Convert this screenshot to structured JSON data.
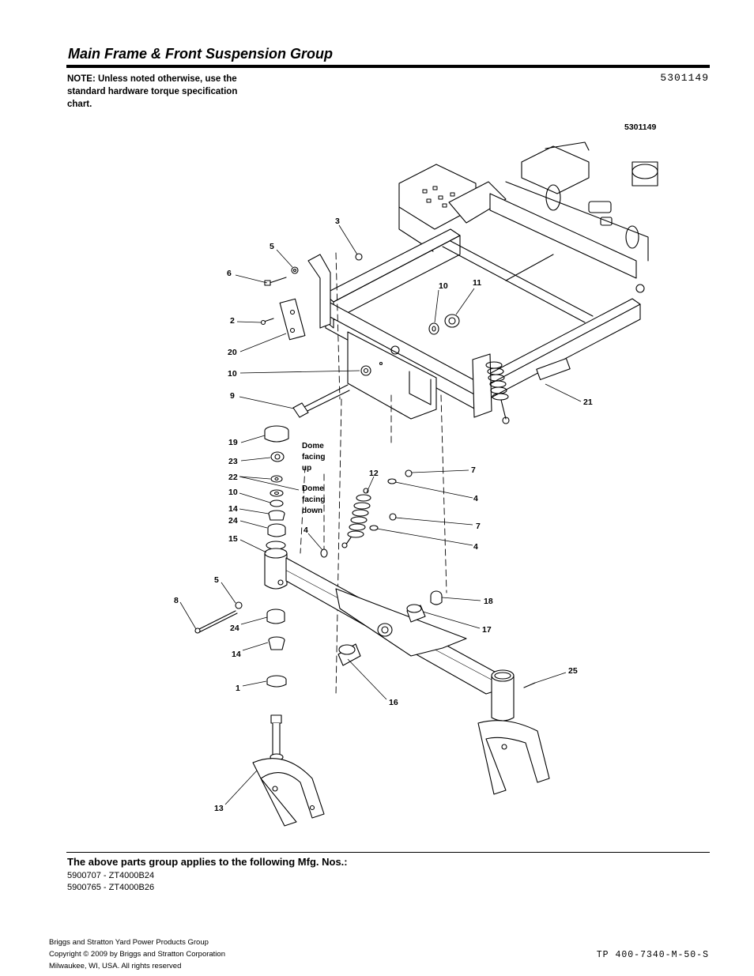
{
  "header": {
    "title": "Main Frame & Front Suspension Group",
    "note": "NOTE: Unless noted otherwise, use the standard hardware torque specification chart.",
    "figure_number": "5301149"
  },
  "diagram": {
    "figure_label": "5301149",
    "callouts": [
      "3",
      "5",
      "6",
      "2",
      "20",
      "10",
      "9",
      "19",
      "23",
      "22",
      "10",
      "14",
      "24",
      "15",
      "5",
      "8",
      "24",
      "14",
      "1",
      "13",
      "10",
      "11",
      "21",
      "12",
      "7",
      "4",
      "7",
      "4",
      "4",
      "18",
      "17",
      "16",
      "25"
    ],
    "annotations": {
      "dome_up": [
        "Dome",
        "facing",
        "up"
      ],
      "dome_down": [
        "Dome",
        "facing",
        "down"
      ]
    }
  },
  "applicability": {
    "heading": "The above parts group applies to the following Mfg. Nos.:",
    "items": [
      "5900707 - ZT4000B24",
      "5900765 - ZT4000B26"
    ]
  },
  "footer": {
    "lines": [
      "Briggs and Stratton Yard Power Products Group",
      "Copyright ©  2009 by Briggs and Stratton Corporation",
      "Milwaukee, WI, USA. All rights reserved"
    ],
    "doc_code": "TP 400-7340-M-50-S"
  }
}
